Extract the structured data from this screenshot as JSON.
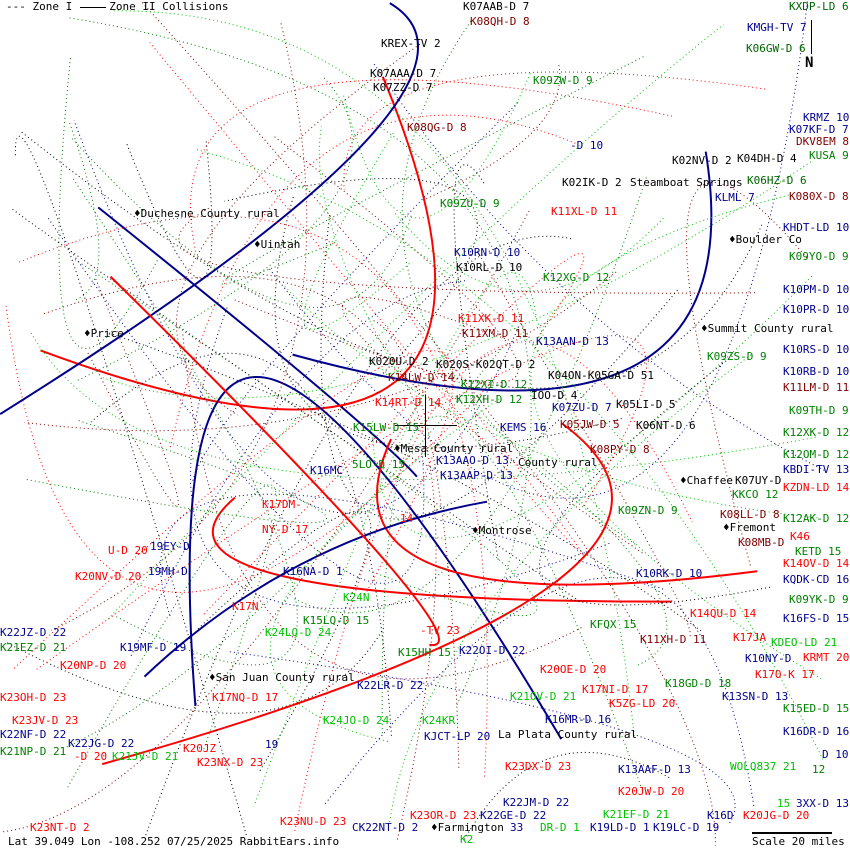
{
  "legend": {
    "zone1": "--- Zone I",
    "zone2": "Zone II Collisions"
  },
  "status": {
    "text": "Lat 39.049 Lon -108.252 07/25/2025 RabbitEars.info"
  },
  "scale": {
    "label": "Scale 20 miles"
  },
  "north": {
    "label": "N"
  },
  "colors": {
    "navy": "#00008b",
    "green": "#008000",
    "darkred": "#800000",
    "red": "#ff0000",
    "black": "#000000",
    "lime": "#00c000"
  },
  "labels": [
    {
      "text": "K07AAB-D 7",
      "color": "#000000"
    },
    {
      "text": "K08QH-D 8",
      "color": "#800000"
    },
    {
      "text": "KXDP-LD 6",
      "color": "#006400"
    },
    {
      "text": "KMGH-TV 7",
      "color": "#00008b"
    },
    {
      "text": "K06GW-D 6",
      "color": "#006400"
    },
    {
      "text": "KREX-TV 2",
      "color": "#000000"
    },
    {
      "text": "K07AAA-D 7",
      "color": "#000000"
    },
    {
      "text": "K07ZZ-D 7",
      "color": "#000000"
    },
    {
      "text": "K09ZW-D 9",
      "color": "#008000"
    },
    {
      "text": "K08QG-D 8",
      "color": "#800000"
    },
    {
      "text": "KRMZ 10",
      "color": "#00008b"
    },
    {
      "text": "K07KF-D 7",
      "color": "#00008b"
    },
    {
      "text": "-D 10",
      "color": "#00008b"
    },
    {
      "text": "K02NV-D 2",
      "color": "#000000"
    },
    {
      "text": "K04DH-D 4",
      "color": "#000000"
    },
    {
      "text": "KUSA 9",
      "color": "#008000"
    },
    {
      "text": "K06HZ-D 6",
      "color": "#006400"
    },
    {
      "text": "DKV8EM 8",
      "color": "#800000"
    },
    {
      "text": "K02IK-D 2",
      "color": "#000000"
    },
    {
      "text": "Steamboat Springs",
      "color": "#000000"
    },
    {
      "text": "KLML 7",
      "color": "#00008b"
    },
    {
      "text": "K080X-D 8",
      "color": "#800000"
    },
    {
      "text": "K09ZU-D 9",
      "color": "#008000"
    },
    {
      "text": "K11XL-D 11",
      "color": "#ff0000"
    },
    {
      "text": "♦Duchesne County rural",
      "color": "#000000"
    },
    {
      "text": "KHDT-LD 10",
      "color": "#00008b"
    },
    {
      "text": "♦Boulder Co",
      "color": "#000000"
    },
    {
      "text": "K09YO-D 9",
      "color": "#008000"
    },
    {
      "text": "♦Uintah",
      "color": "#000000"
    },
    {
      "text": "K10RN-D 10",
      "color": "#00008b"
    },
    {
      "text": "K10RL-D 10",
      "color": "#000000"
    },
    {
      "text": "K12XG-D 12",
      "color": "#008000"
    },
    {
      "text": "K10PM-D 10",
      "color": "#00008b"
    },
    {
      "text": "K10PR-D 10",
      "color": "#00008b"
    },
    {
      "text": "K11XK-D 11",
      "color": "#ff0000"
    },
    {
      "text": "♦Price",
      "color": "#000000"
    },
    {
      "text": "♦Summit County rural",
      "color": "#000000"
    },
    {
      "text": "K11XM-D 11",
      "color": "#800000"
    },
    {
      "text": "K10RS-D 10",
      "color": "#00008b"
    },
    {
      "text": "K13AAN-D 13",
      "color": "#00008b"
    },
    {
      "text": "K020U-D 2",
      "color": "#000000"
    },
    {
      "text": "K020S-K02QT-D 2",
      "color": "#000000"
    },
    {
      "text": "K09ZS-D 9",
      "color": "#008000"
    },
    {
      "text": "K10RB-D 10",
      "color": "#00008b"
    },
    {
      "text": "K14LW-D 14",
      "color": "#800000"
    },
    {
      "text": "K04ON-K05GA-D 51",
      "color": "#000000"
    },
    {
      "text": "K11LM-D 11",
      "color": "#800000"
    },
    {
      "text": "K12XI-D 12",
      "color": "#008000"
    },
    {
      "text": "IOO-D 4",
      "color": "#000000"
    },
    {
      "text": "K09TH-D 9",
      "color": "#008000"
    },
    {
      "text": "K07ZU-D 7",
      "color": "#00008b"
    },
    {
      "text": "K12XK-D 12",
      "color": "#008000"
    },
    {
      "text": "K05LI-D 5",
      "color": "#000000"
    },
    {
      "text": "K14RT-D 14",
      "color": "#ff0000"
    },
    {
      "text": "K12XH-D 12",
      "color": "#008000"
    },
    {
      "text": "K05JW-D 5",
      "color": "#800000"
    },
    {
      "text": "K06NT-D 6",
      "color": "#000000"
    },
    {
      "text": "K15LW-D 15",
      "color": "#008000"
    },
    {
      "text": "♦Mesa County rural",
      "color": "#000000"
    },
    {
      "text": "KEMS 16",
      "color": "#00008b"
    },
    {
      "text": "K12OM-D 12",
      "color": "#008000"
    },
    {
      "text": "K13AAO-D 13",
      "color": "#00008b"
    },
    {
      "text": "K08PY-D 8",
      "color": "#800000"
    },
    {
      "text": "5LO-D 15",
      "color": "#008000"
    },
    {
      "text": "KBDI-TV 13",
      "color": "#00008b"
    },
    {
      "text": "K13AAP-D 13",
      "color": "#00008b"
    },
    {
      "text": "County rural",
      "color": "#000000"
    },
    {
      "text": "K16MC",
      "color": "#00008b"
    },
    {
      "text": "KZDN-LD 14",
      "color": "#ff0000"
    },
    {
      "text": "♦Chaffee",
      "color": "#000000"
    },
    {
      "text": "K07UY-D",
      "color": "#000000"
    },
    {
      "text": "KKCO 12",
      "color": "#008000"
    },
    {
      "text": "K17DM-",
      "color": "#ff0000"
    },
    {
      "text": "K09ZN-D 9",
      "color": "#008000"
    },
    {
      "text": "K08LL-D 8",
      "color": "#800000"
    },
    {
      "text": "K12AK-D 12",
      "color": "#008000"
    },
    {
      "text": "14",
      "color": "#ff0000"
    },
    {
      "text": "NY-D 17",
      "color": "#ff0000"
    },
    {
      "text": "♦Montrose",
      "color": "#000000"
    },
    {
      "text": "♦Fremont",
      "color": "#000000"
    },
    {
      "text": "K46",
      "color": "#ff0000"
    },
    {
      "text": "K08MB-D",
      "color": "#800000"
    },
    {
      "text": "KETD 15",
      "color": "#008000"
    },
    {
      "text": "U-D 20",
      "color": "#ff0000"
    },
    {
      "text": "19EY-D",
      "color": "#00008b"
    },
    {
      "text": "K14OV-D 14",
      "color": "#ff0000"
    },
    {
      "text": "KQDK-CD 16",
      "color": "#00008b"
    },
    {
      "text": "K20NV-D 20",
      "color": "#ff0000"
    },
    {
      "text": "19MH-D",
      "color": "#00008b"
    },
    {
      "text": "K16NA-D 1",
      "color": "#00008b"
    },
    {
      "text": "K10RK-D 10",
      "color": "#00008b"
    },
    {
      "text": "K09YK-D 9",
      "color": "#008000"
    },
    {
      "text": "K24N",
      "color": "#00c000"
    },
    {
      "text": "K17N",
      "color": "#ff0000"
    },
    {
      "text": "K14QU-D 14",
      "color": "#ff0000"
    },
    {
      "text": "K16FS-D 15",
      "color": "#00008b"
    },
    {
      "text": "K15LQ-D 15",
      "color": "#008000"
    },
    {
      "text": "KFQX 15",
      "color": "#008000"
    },
    {
      "text": "K22JZ-D 22",
      "color": "#00008b"
    },
    {
      "text": "K24LQ-D 24",
      "color": "#00c000"
    },
    {
      "text": "-TV 23",
      "color": "#ff0000"
    },
    {
      "text": "K15HH 15",
      "color": "#008000"
    },
    {
      "text": "K11XH-D 11",
      "color": "#800000"
    },
    {
      "text": "K17JA",
      "color": "#ff0000"
    },
    {
      "text": "KDEO-LD 21",
      "color": "#00c000"
    },
    {
      "text": "K21EZ-D 21",
      "color": "#008000"
    },
    {
      "text": "K19MF-D 19",
      "color": "#00008b"
    },
    {
      "text": "K22OI-D 22",
      "color": "#00008b"
    },
    {
      "text": "K20NP-D 20",
      "color": "#ff0000"
    },
    {
      "text": "K10NY-D",
      "color": "#00008b"
    },
    {
      "text": "K17O-K 17",
      "color": "#ff0000"
    },
    {
      "text": "KRMT 20",
      "color": "#ff0000"
    },
    {
      "text": "K20OE-D 20",
      "color": "#ff0000"
    },
    {
      "text": "♦San Juan County rural",
      "color": "#000000"
    },
    {
      "text": "K22LR-D 22",
      "color": "#00008b"
    },
    {
      "text": "K17NI-D 17",
      "color": "#ff0000"
    },
    {
      "text": "K18GD-D 18",
      "color": "#008000"
    },
    {
      "text": "K13SN-D 13",
      "color": "#00008b"
    },
    {
      "text": "K23OH-D 23",
      "color": "#ff0000"
    },
    {
      "text": "K17NQ-D 17",
      "color": "#ff0000"
    },
    {
      "text": "K21OV-D 21",
      "color": "#00c000"
    },
    {
      "text": "K5ZG-LD 20",
      "color": "#ff0000"
    },
    {
      "text": "K15ED-D 15",
      "color": "#008000"
    },
    {
      "text": "K23JV-D 23",
      "color": "#ff0000"
    },
    {
      "text": "K24JO-D 24",
      "color": "#00c000"
    },
    {
      "text": "K24KR",
      "color": "#00c000"
    },
    {
      "text": "K16MR-D 16",
      "color": "#00008b"
    },
    {
      "text": "K16DR-D 16",
      "color": "#00008b"
    },
    {
      "text": "K22NF-D 22",
      "color": "#00008b"
    },
    {
      "text": "K22JG-D 22",
      "color": "#00008b"
    },
    {
      "text": "KJCT-LP 20",
      "color": "#00008b"
    },
    {
      "text": "La Plata County rural",
      "color": "#000000"
    },
    {
      "text": "K21NP-D 21",
      "color": "#008000"
    },
    {
      "text": "-D 20",
      "color": "#ff0000"
    },
    {
      "text": "K21JV-D 21",
      "color": "#00c000"
    },
    {
      "text": "K20JZ",
      "color": "#ff0000"
    },
    {
      "text": "K23NX-D 23",
      "color": "#ff0000"
    },
    {
      "text": "19",
      "color": "#00008b"
    },
    {
      "text": "K23DX-D 23",
      "color": "#ff0000"
    },
    {
      "text": "K13AAF-D 13",
      "color": "#00008b"
    },
    {
      "text": "WOLQ837 21",
      "color": "#00c000"
    },
    {
      "text": "12",
      "color": "#008000"
    },
    {
      "text": "D 10",
      "color": "#00008b"
    },
    {
      "text": "K20JW-D 20",
      "color": "#ff0000"
    },
    {
      "text": "K22JM-D 22",
      "color": "#00008b"
    },
    {
      "text": "K21EF-D 21",
      "color": "#00c000"
    },
    {
      "text": "K23NU-D 23",
      "color": "#ff0000"
    },
    {
      "text": "♦Farmington",
      "color": "#000000"
    },
    {
      "text": "CK22NT-D 2",
      "color": "#00008b"
    },
    {
      "text": "K23OR-D 23",
      "color": "#ff0000"
    },
    {
      "text": "K2",
      "color": "#00c000"
    },
    {
      "text": "K22GE-D 22",
      "color": "#00008b"
    },
    {
      "text": "33",
      "color": "#00008b"
    },
    {
      "text": "DR-D 1",
      "color": "#00c000"
    },
    {
      "text": "K19LD-D 1",
      "color": "#00008b"
    },
    {
      "text": "K19LC-D 19",
      "color": "#00008b"
    },
    {
      "text": "K16D",
      "color": "#00008b"
    },
    {
      "text": "K20JG-D 20",
      "color": "#ff0000"
    },
    {
      "text": "15",
      "color": "#00c000"
    },
    {
      "text": "3XX-D 13",
      "color": "#00008b"
    },
    {
      "text": "K23NT-D 2",
      "color": "#ff0000"
    }
  ]
}
